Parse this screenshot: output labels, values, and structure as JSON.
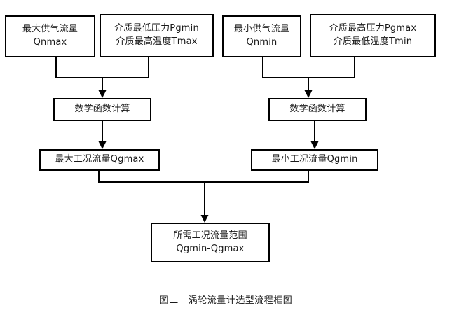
{
  "diagram": {
    "title": "涡轮流量计选型流程框图",
    "caption_label": "图二",
    "caption_text": "涡轮流量计选型流程框图",
    "background_color": "#ffffff",
    "line_color": "#000000",
    "text_color": "#1a1a1a",
    "nodes": [
      {
        "id": "qnmax",
        "line1": "最大供气流量",
        "line2": "Qnmax",
        "row": "inputs"
      },
      {
        "id": "pgmin-tmax",
        "line1": "介质最低压力Pgmin",
        "line2": "介质最高温度Tmax",
        "row": "inputs"
      },
      {
        "id": "qnmin",
        "line1": "最小供气流量",
        "line2": "Qnmin",
        "row": "inputs"
      },
      {
        "id": "pgmax-tmin",
        "line1": "介质最高压力Pgmax",
        "line2": "介质最低温度Tmin",
        "row": "inputs"
      },
      {
        "id": "calc-left",
        "line1": "数学函数计算",
        "line2": "",
        "row": "process"
      },
      {
        "id": "calc-right",
        "line1": "数学函数计算",
        "line2": "",
        "row": "process"
      },
      {
        "id": "qgmax",
        "line1": "最大工况流量Qgmax",
        "line2": "",
        "row": "result"
      },
      {
        "id": "qgmin",
        "line1": "最小工况流量Qgmin",
        "line2": "",
        "row": "result"
      },
      {
        "id": "range",
        "line1": "所需工况流量范围",
        "line2": "Qgmin-Qgmax",
        "row": "output"
      }
    ]
  }
}
